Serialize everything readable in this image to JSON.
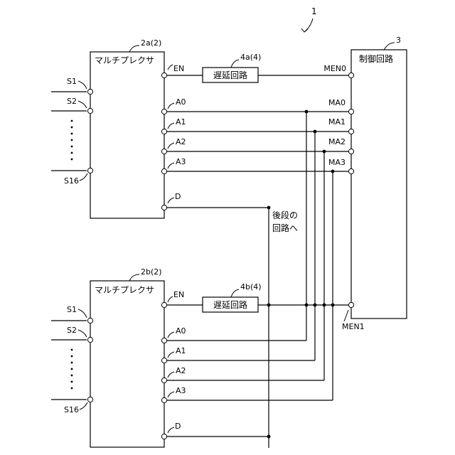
{
  "figure_number": "1",
  "control": {
    "ref": "3",
    "label": "制御回路",
    "enable_0": "MEN0",
    "enable_1": "MEN1",
    "addr": [
      "MA0",
      "MA1",
      "MA2",
      "MA3"
    ]
  },
  "mux_a": {
    "ref": "2a(2)",
    "label": "マルチプレクサ",
    "en": "EN",
    "addr": [
      "A0",
      "A1",
      "A2",
      "A3"
    ],
    "d": "D",
    "inputs": [
      "S1",
      "S2",
      "S16"
    ]
  },
  "mux_b": {
    "ref": "2b(2)",
    "label": "マルチプレクサ",
    "en": "EN",
    "addr": [
      "A0",
      "A1",
      "A2",
      "A3"
    ],
    "d": "D",
    "inputs": [
      "S1",
      "S2",
      "S16"
    ]
  },
  "delay_a": {
    "ref": "4a(4)",
    "label": "遅延回路"
  },
  "delay_b": {
    "ref": "4b(4)",
    "label": "遅延回路"
  },
  "downstream": {
    "line1": "後段の",
    "line2": "回路へ"
  }
}
